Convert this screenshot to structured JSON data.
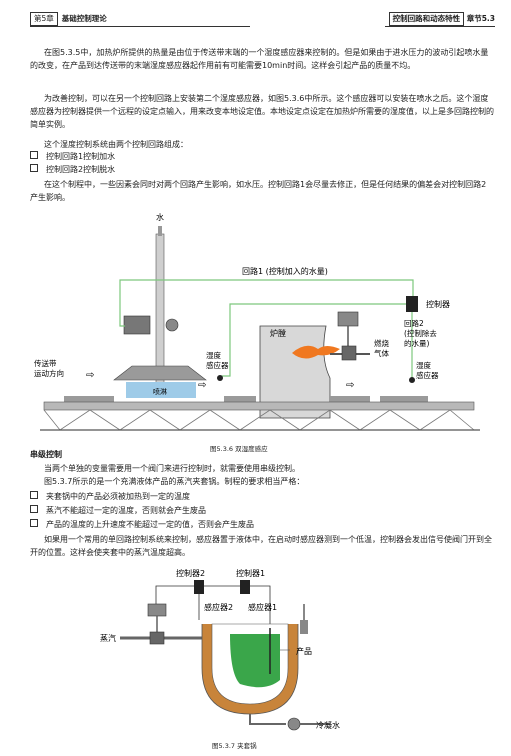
{
  "header": {
    "chapter": "第5章",
    "chapter_title": "基础控制理论",
    "section_title": "控制回路和动态特性",
    "section_num": "章节5.3"
  },
  "paragraphs": {
    "p1": "在图5.3.5中，加热炉所提供的热量是由位于传送带末端的一个湿度感应器来控制的。但是如果由于进水压力的波动引起喷水量的改变，在产品到达传送带的末端湿度感应器起作用前有可能需要10min时间。这样会引起产品的质量不均。",
    "p2": "为改善控制，可以在另一个控制回路上安装第二个湿度感应器，如图5.3.6中所示。这个感应器可以安装在喷水之后。这个湿度感应器为控制器提供一个远程的设定点输入，用来改变本地设定值。本地设定点设定在加热炉所需要的湿度值，以上是多回路控制的简单实例。",
    "p3": "这个湿度控制系统由两个控制回路组成：",
    "p4": "在这个制程中，一些因素会同时对两个回路产生影响，如水压。控制回路1会尽量去修正，但是任何结果的偏差会对控制回路2产生影响。",
    "p5": "当两个单独的变量需要用一个阀门来进行控制时，就需要使用串级控制。",
    "p6": "图5.3.7所示的是一个充满液体产品的蒸汽夹套锅。制程的要求相当严格：",
    "p7": "如果用一个常用的单回路控制系统来控制，感应器置于液体中，在启动时感应器测到一个低温，控制器会发出信号使阀门开到全开的位置。这样会使夹套中的蒸汽温度超高。"
  },
  "bullets1": [
    "控制回路1控制加水",
    "控制回路2控制脱水"
  ],
  "bullets2": [
    "夹套锅中的产品必须被加热到一定的温度",
    "蒸汽不能超过一定的温度，否则就会产生废品",
    "产品的温度的上升速度不能超过一定的值，否则会产生废品"
  ],
  "heading_cascade": "串级控制",
  "fig1": {
    "caption": "图5.3.6 双湿度感应",
    "water": "水",
    "loop1": "回路1 (控制加入的水量)",
    "controller": "控制器",
    "loop2": [
      "回路2",
      "(控制除去",
      "的水量)"
    ],
    "furnace": "炉膛",
    "fuel": [
      "燃烧",
      "气体"
    ],
    "sensor_mid": [
      "湿度",
      "感应器"
    ],
    "sensor_right": [
      "湿度",
      "感应器"
    ],
    "conveyor": [
      "传送带",
      "运动方向"
    ],
    "spray": "喷淋"
  },
  "fig2": {
    "caption": "图5.3.7 夹套锅",
    "controller2": "控制器2",
    "controller1": "控制器1",
    "sensor2": "感应器2",
    "sensor1": "感应器1",
    "steam": "蒸汽",
    "product": "产品",
    "condensate": "冷凝水"
  },
  "colors": {
    "pipe_green": "#7dc87d",
    "product_green": "#3aa64a",
    "jacket": "#c8843a",
    "flame": "#f07820",
    "spray": "#9ecbe8"
  }
}
